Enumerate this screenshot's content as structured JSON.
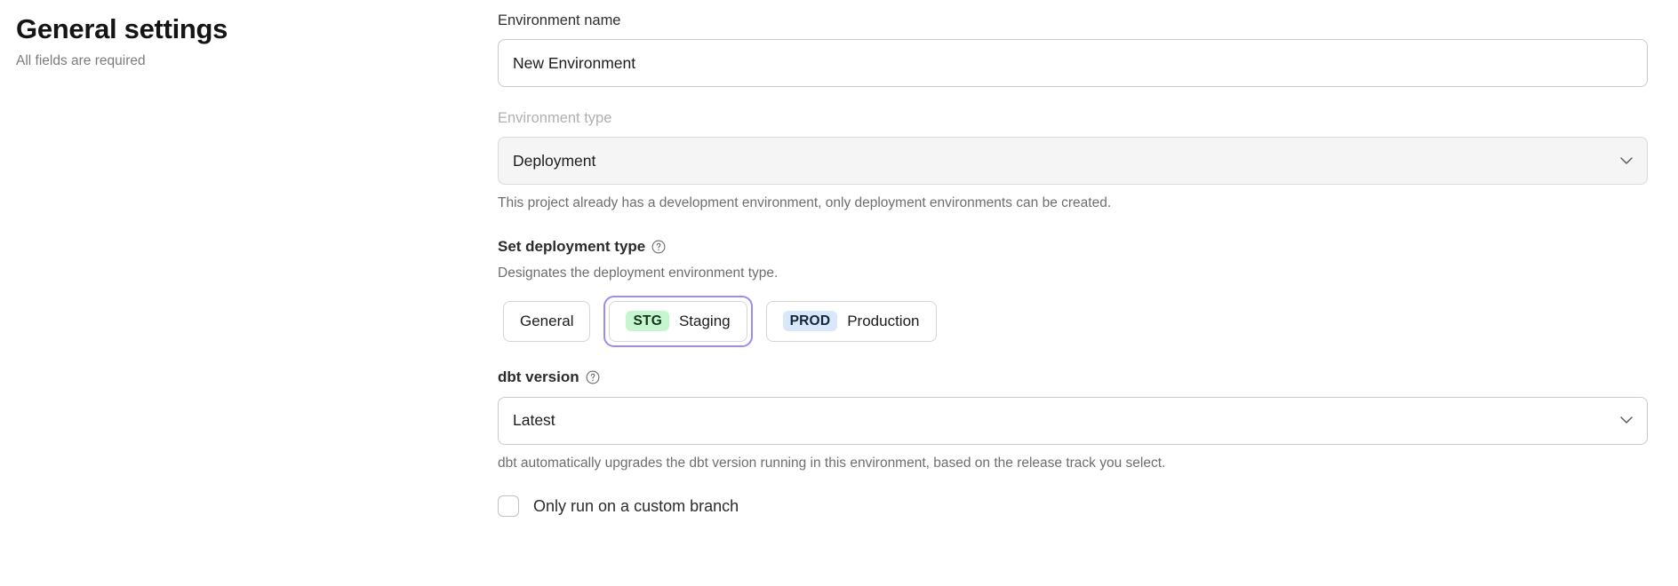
{
  "page": {
    "title": "General settings",
    "subtitle": "All fields are required"
  },
  "form": {
    "environment_name": {
      "label": "Environment name",
      "value": "New Environment",
      "placeholder": "Environment name"
    },
    "environment_type": {
      "label": "Environment type",
      "value": "Deployment",
      "disabled": true,
      "helper": "This project already has a development environment, only deployment environments can be created.",
      "chevron_icon": "chevron-down-icon"
    },
    "deployment_type": {
      "heading": "Set deployment type",
      "help_icon": "question-circle-icon",
      "description": "Designates the deployment environment type.",
      "selected": "Staging",
      "options": [
        {
          "id": "general",
          "badge": null,
          "label": "General",
          "focused": false
        },
        {
          "id": "staging",
          "badge": "STG",
          "badge_color": "#c5f6cf",
          "label": "Staging",
          "focused": true
        },
        {
          "id": "production",
          "badge": "PROD",
          "badge_color": "#d9e7fb",
          "label": "Production",
          "focused": false
        }
      ]
    },
    "dbt_version": {
      "label": "dbt version",
      "help_icon": "question-circle-icon",
      "value": "Latest",
      "helper": "dbt automatically upgrades the dbt version running in this environment, based on the release track you select.",
      "chevron_icon": "chevron-down-icon"
    },
    "custom_branch": {
      "label": "Only run on a custom branch",
      "checked": false
    }
  },
  "colors": {
    "focus_ring": "#9b8cf2",
    "badge_staging_bg": "#c5f6cf",
    "badge_production_bg": "#d9e7fb",
    "disabled_bg": "#f5f5f5",
    "muted_text": "#6e6e6e"
  }
}
